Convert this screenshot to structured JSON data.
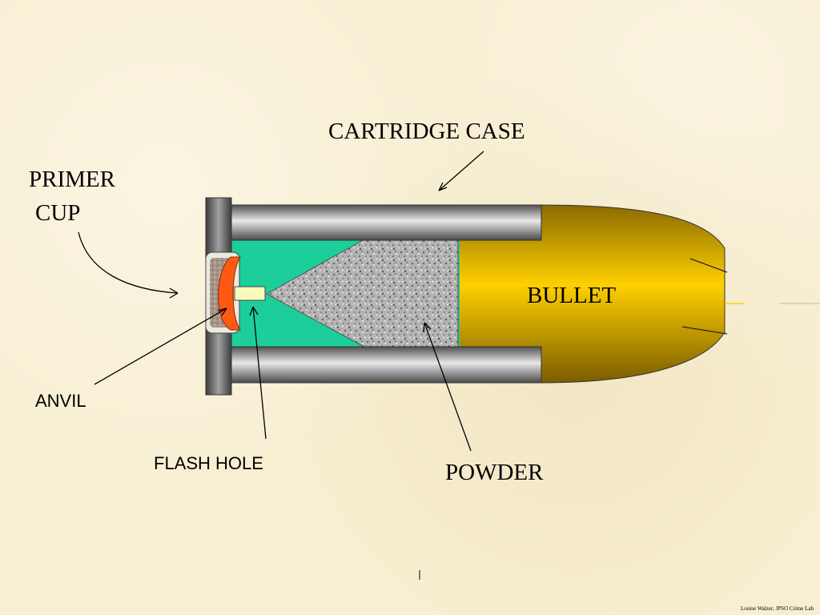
{
  "diagram": {
    "labels": {
      "cartridge_case": "CARTRIDGE  CASE",
      "primer_cup_line1": "PRIMER",
      "primer_cup_line2": "CUP",
      "bullet": "BULLET",
      "anvil": "ANVIL",
      "flash_hole": "FLASH HOLE",
      "powder": "POWDER"
    },
    "credit": "Louise Walzer, JPSO Crime Lab"
  },
  "colors": {
    "background": "#f8efd2",
    "case_gray": "#8a8a8a",
    "propellant_space": "#1ccf9a",
    "bullet_gold": "#e3b500",
    "primer_orange": "#ff5a14",
    "flash_hole_yellow": "#fafabe"
  }
}
